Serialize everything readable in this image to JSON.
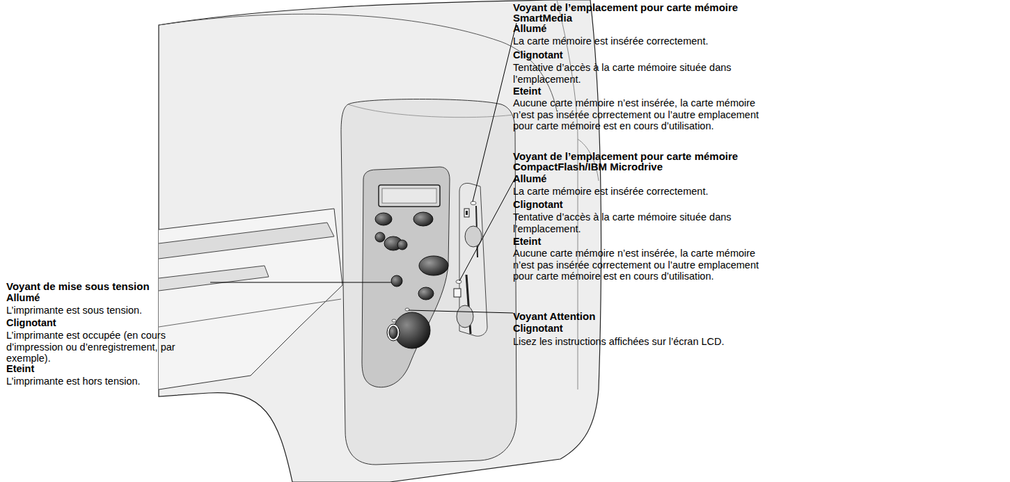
{
  "diagram": {
    "labels": [
      "Voyant de l’emplacement pour carte mémoire SmartMedia",
      "Allumé",
      "La carte mémoire est insérée correctement.",
      "Clignotant",
      "Tentative d’accès à la carte mémoire située dans l’emplacement.",
      "Eteint",
      "Aucune carte mémoire n’est insérée, la carte mémoire n’est pas insérée correctement ou l’autre emplacement pour carte mémoire est en cours d’utilisation.",
      "Voyant de l’emplacement pour carte mémoire CompactFlash/IBM Microdrive",
      "Allumé",
      "La carte mémoire est insérée correctement.",
      "Clignotant",
      "Tentative d’accès à la carte mémoire située dans l’emplacement.",
      "Eteint",
      "Aucune carte mémoire n’est insérée, la carte mémoire n’est pas insérée correctement ou l’autre emplacement pour carte mémoire est en cours d’utilisation.",
      "Voyant Attention",
      "Clignotant",
      "Lisez les instructions affichées sur l’écran LCD.",
      "Voyant de mise sous tension",
      "Allumé",
      "L’imprimante est sous tension.",
      "Clignotant",
      "L’imprimante est occupée (en cours d’impression ou d’enregistrement, par exemple).",
      "Eteint",
      "L’imprimante est hors tension."
    ]
  }
}
